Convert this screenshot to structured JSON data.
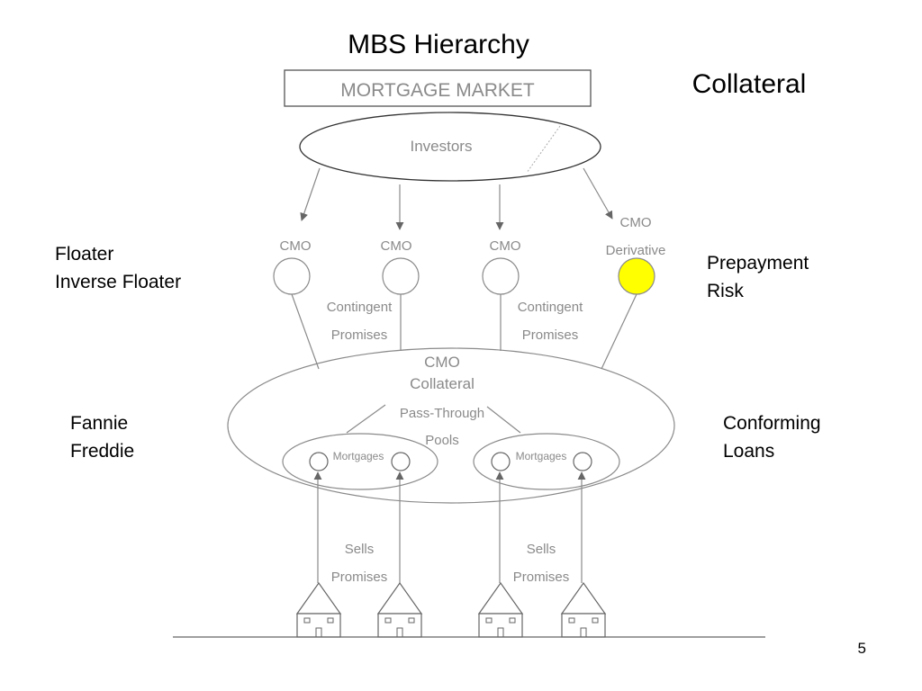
{
  "title": "MBS Hierarchy",
  "market_box": "MORTGAGE MARKET",
  "collateral_heading": "Collateral",
  "investors": "Investors",
  "tranches": [
    "CMO",
    "CMO",
    "CMO"
  ],
  "derivative": {
    "line1": "CMO",
    "line2": "Derivative",
    "fill": "#ffff00"
  },
  "contingent_left": {
    "line1": "Contingent",
    "line2": "Promises"
  },
  "contingent_right": {
    "line1": "Contingent",
    "line2": "Promises"
  },
  "cmo_collateral": {
    "line1": "CMO",
    "line2": "Collateral"
  },
  "pass_through": {
    "line1": "Pass-Through",
    "line2": "Pools"
  },
  "pools": [
    "Mortgages",
    "Mortgages"
  ],
  "sells_left": {
    "line1": "Sells",
    "line2": "Promises"
  },
  "sells_right": {
    "line1": "Sells",
    "line2": "Promises"
  },
  "side_labels": {
    "floater": [
      "Floater",
      "Inverse Floater"
    ],
    "prepayment": [
      "Prepayment",
      "Risk"
    ],
    "agencies": [
      "Fannie",
      "Freddie"
    ],
    "conforming": [
      "Conforming",
      "Loans"
    ]
  },
  "page_number": "5",
  "colors": {
    "line": "#8a8a8a",
    "text_gray": "#8a8a8a",
    "highlight": "#ffff00"
  }
}
